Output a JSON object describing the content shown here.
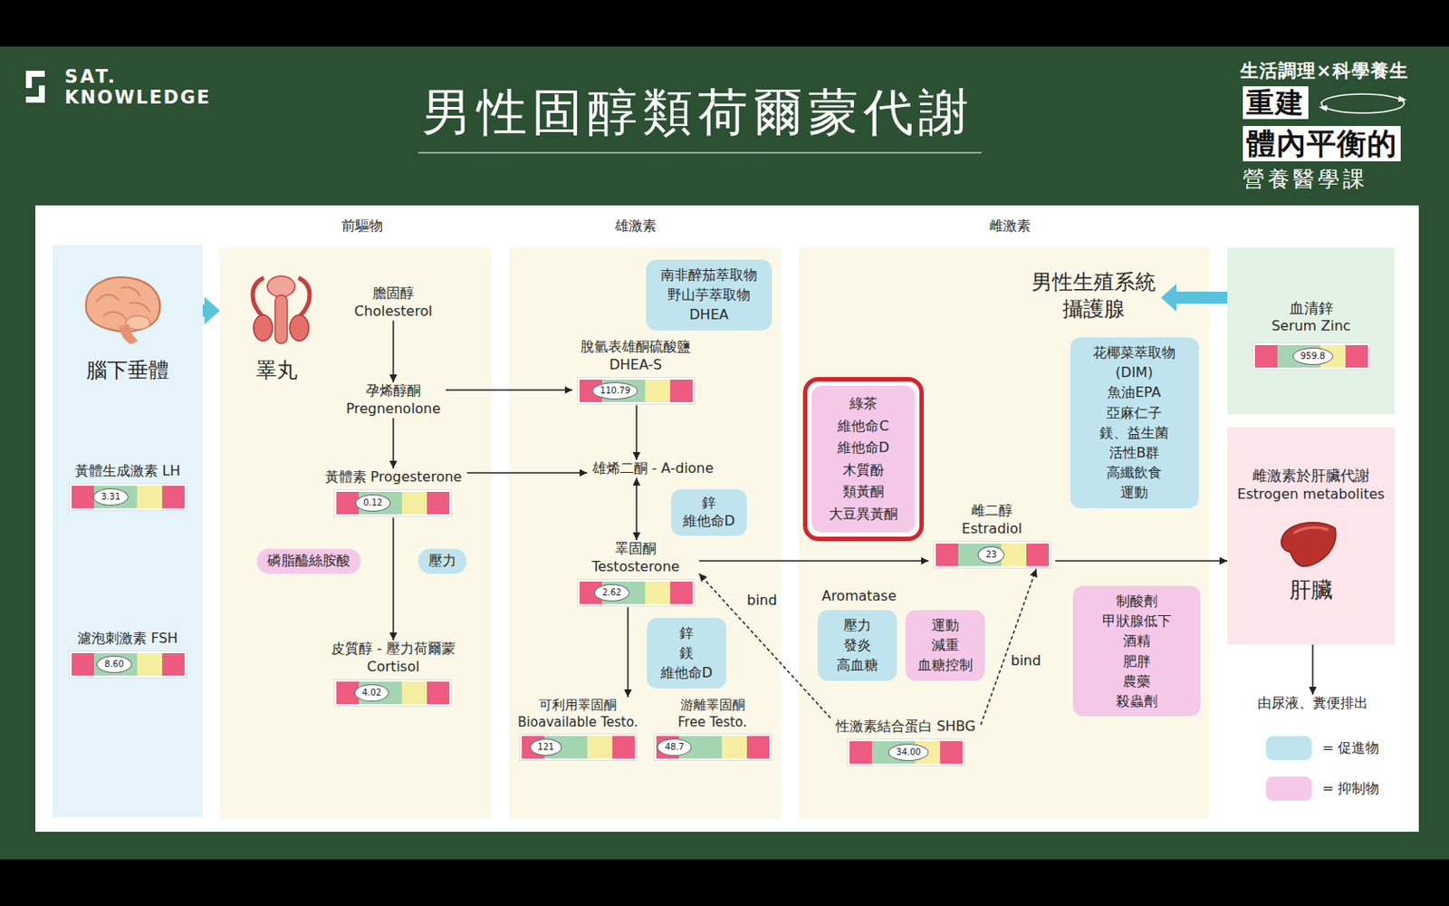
{
  "diagram": {
    "title": "男性固醇類荷爾蒙代謝",
    "nodes": [
      {
        "text": [
          "腦下垂體"
        ]
      },
      {
        "text": [
          "黃體生成激素 LH",
          "3.31"
        ],
        "in": 0
      },
      {
        "text": [
          "濾泡刺激素 FSH",
          "8.60"
        ],
        "in": 0
      },
      {
        "text": [
          "前驅物",
          "睪丸"
        ]
      },
      {
        "text": [
          "膽固醇",
          "Cholesterol"
        ],
        "in": 3
      },
      {
        "text": [
          "孕烯醇酮",
          "Pregnenolone"
        ],
        "in": 3
      },
      {
        "text": [
          "黃體素 Progesterone",
          "0.12"
        ],
        "in": 3
      },
      {
        "text": [
          "磷脂醯絲胺酸"
        ],
        "in": 3
      },
      {
        "text": [
          "壓力"
        ],
        "in": 3
      },
      {
        "text": [
          "皮質醇 - 壓力荷爾蒙",
          "Cortisol",
          "4.02"
        ],
        "in": 3
      },
      {
        "text": [
          "雄激素"
        ]
      },
      {
        "text": [
          "南非醉茄萃取物",
          "野山芋萃取物",
          "DHEA"
        ],
        "in": 10
      },
      {
        "text": [
          "脫氫表雄酮硫酸鹽",
          "DHEA-S",
          "110.79"
        ],
        "in": 10
      },
      {
        "text": [
          "雄烯二酮 - A-dione"
        ],
        "in": 10
      },
      {
        "text": [
          "鋅",
          "維他命D"
        ],
        "in": 10
      },
      {
        "text": [
          "睪固酮",
          "Testosterone",
          "2.62"
        ],
        "in": 10
      },
      {
        "text": [
          "鋅",
          "鎂",
          "維他命D"
        ],
        "in": 10
      },
      {
        "text": [
          "可利用睪固酮",
          "Bioavailable Testo.",
          "121"
        ],
        "in": 10
      },
      {
        "text": [
          "游離睪固酮",
          "Free Testo.",
          "48.7"
        ],
        "in": 10
      },
      {
        "text": [
          "雌激素"
        ]
      },
      {
        "text": [
          "男性生殖系統",
          "攝護腺"
        ],
        "in": 19
      },
      {
        "text": [
          "綠茶",
          "維他命C",
          "維他命D",
          "木質酚",
          "類黃酮",
          "大豆異黃酮"
        ],
        "in": 19
      },
      {
        "text": [
          "雌二醇",
          "Estradiol",
          "23"
        ],
        "in": 19
      },
      {
        "text": [
          "花椰菜萃取物",
          "(DIM)",
          "魚油EPA",
          "亞麻仁子",
          "鎂、益生菌",
          "活性B群",
          "高纖飲食",
          "運動"
        ],
        "in": 19
      },
      {
        "text": [
          "壓力",
          "發炎",
          "高血糖"
        ],
        "in": 19
      },
      {
        "text": [
          "運動",
          "減重",
          "血糖控制"
        ],
        "in": 19
      },
      {
        "text": [
          "制酸劑",
          "甲狀腺低下",
          "酒精",
          "肥胖",
          "農藥",
          "殺蟲劑"
        ],
        "in": 19
      },
      {
        "text": [
          "性激素結合蛋白 SHBG",
          "34.00"
        ],
        "in": 19
      },
      {
        "text": [
          "血清鋅",
          "Serum Zinc",
          "959.8"
        ]
      },
      {
        "text": [
          "雌激素於肝臟代謝",
          "Estrogen metabolites",
          "肝臟"
        ]
      },
      {
        "text": [
          "由尿液、糞便排出"
        ]
      }
    ],
    "edges": [
      {
        "from": 0,
        "to": 3,
        "arrow": "to"
      },
      {
        "from": 4,
        "to": 5,
        "arrow": "to"
      },
      {
        "from": 5,
        "to": 6,
        "arrow": "to"
      },
      {
        "from": 5,
        "to": 12,
        "arrow": "to"
      },
      {
        "from": 6,
        "to": 13,
        "arrow": "to"
      },
      {
        "from": 6,
        "to": 9,
        "arrow": "to"
      },
      {
        "from": 12,
        "to": 13,
        "arrow": "to"
      },
      {
        "from": 13,
        "to": 15,
        "arrow": "both"
      },
      {
        "from": 15,
        "to": 17,
        "arrow": "to"
      },
      {
        "from": 15,
        "to": 22,
        "arrow": "to"
      },
      {
        "from": 27,
        "to": 15,
        "label": "bind",
        "arrow": "to"
      },
      {
        "from": 27,
        "to": 22,
        "label": "bind",
        "arrow": "to"
      },
      {
        "from": 22,
        "to": 29,
        "arrow": "to"
      },
      {
        "from": 28,
        "to": 20,
        "arrow": "to"
      },
      {
        "from": 29,
        "to": 30,
        "arrow": "to"
      }
    ],
    "labels": [
      "SAT.",
      "KNOWLEDGE",
      "生活調理×科學養生",
      "重建",
      "體內平衡的",
      "營養醫學課",
      "Aromatase"
    ],
    "legend": [
      {
        "text": "= 促進物",
        "color": "#bfe4ee"
      },
      {
        "text": "= 抑制物",
        "color": "#f5c8e8"
      }
    ]
  }
}
